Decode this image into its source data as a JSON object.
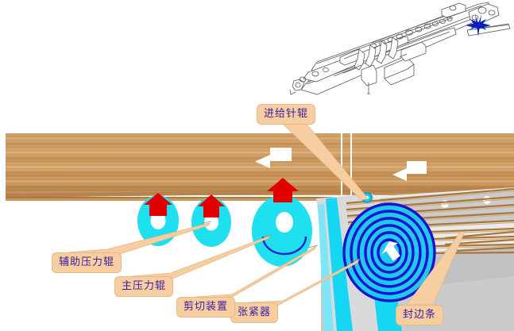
{
  "diagram": {
    "title": "Edge banding machine feed section schematic",
    "background_color": "#ffffff"
  },
  "cad_drawing": {
    "name": "machine-line-drawing",
    "marker_color": "#0b1fbe",
    "line_color": "#4a4a4a"
  },
  "panel": {
    "name": "wood-workpiece-panel",
    "wood_light": "#d6a871",
    "wood_dark": "#9a6b34",
    "arrows": [
      {
        "label": "feed-direction-arrow-left",
        "direction": "left"
      },
      {
        "label": "feed-direction-arrow-right",
        "direction": "left"
      }
    ]
  },
  "rollers": [
    {
      "name": "auxiliary-roller-1",
      "color": "#1ee0ef",
      "arrow_color": "#e00000"
    },
    {
      "name": "auxiliary-roller-2",
      "color": "#1ee0ef",
      "arrow_color": "#e00000"
    },
    {
      "name": "main-pressure-roller",
      "color": "#1ee0ef",
      "arrow_color": "#e00000",
      "arc_color": "#2222cc"
    }
  ],
  "coil": {
    "name": "edge-band-coil",
    "spiral_color": "#1a12cf",
    "disc_color": "#17c9f0",
    "turns": 6
  },
  "housing": {
    "name": "machine-housing",
    "body_color": "#c9cbcd",
    "panel_color": "#e8e9ea",
    "accent_color": "#16d7f3",
    "hole_color": "#ffffff"
  },
  "labels": {
    "feed_needle_roller": "进给针辊",
    "auxiliary_pressure_roller": "辅助压力辊",
    "main_pressure_roller": "主压力辊",
    "shearing_device": "剪切装置",
    "tensioner": "张紧器",
    "edge_banding_strip": "封边条",
    "label_bg_color": "#f7cda2",
    "label_text_color": "#3b1f9e"
  }
}
